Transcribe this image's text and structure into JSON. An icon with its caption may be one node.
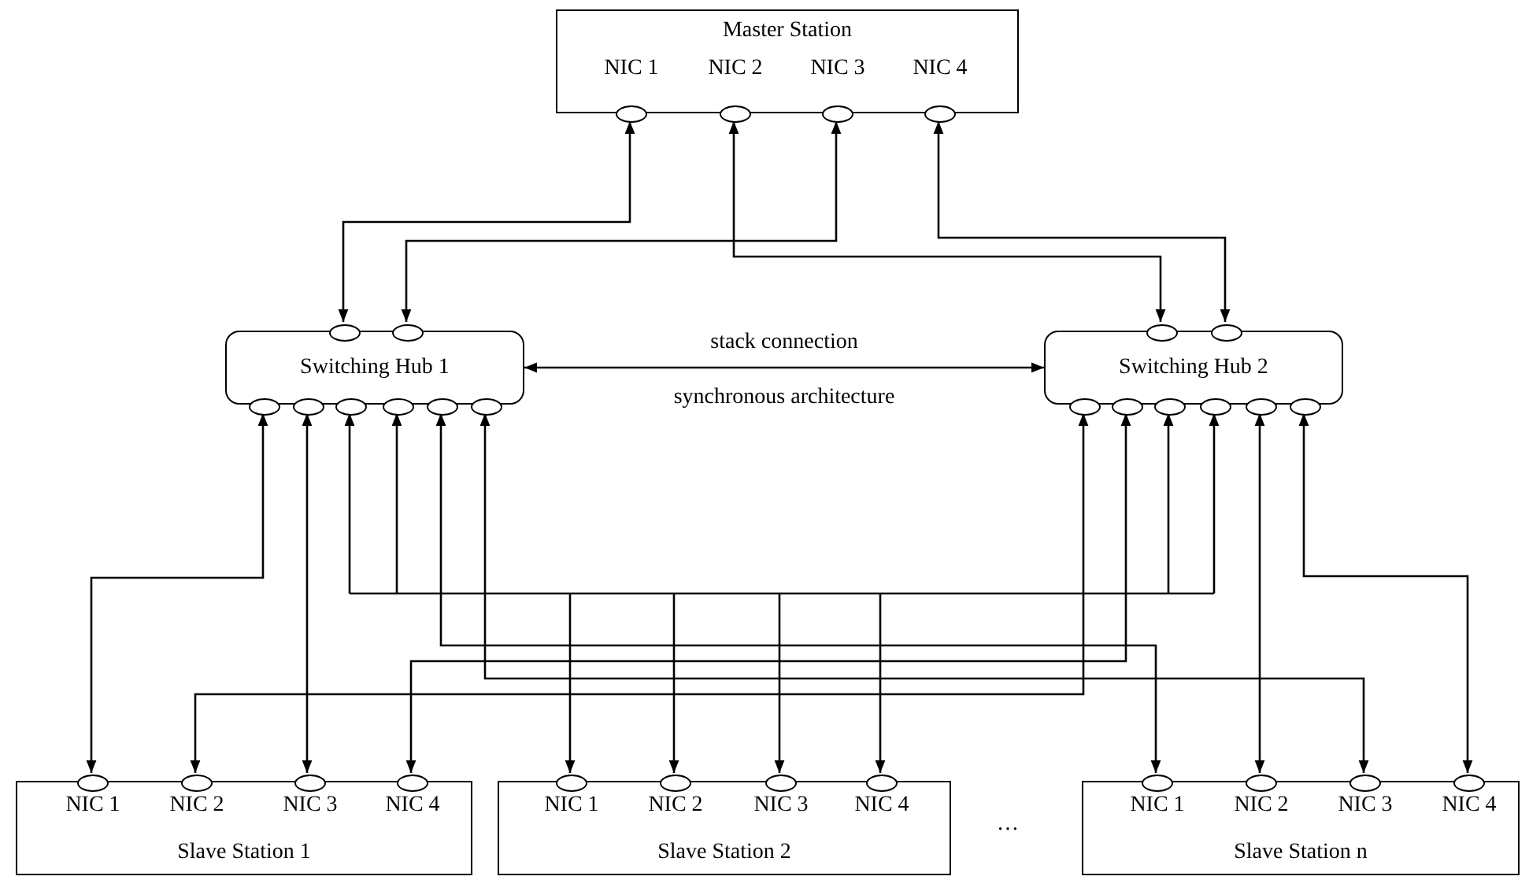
{
  "diagram": {
    "nodes": [
      {
        "text": [
          "Master Station"
        ]
      },
      {
        "text": [
          "NIC 1"
        ],
        "in": 0
      },
      {
        "text": [
          "NIC 2"
        ],
        "in": 0
      },
      {
        "text": [
          "NIC 3"
        ],
        "in": 0
      },
      {
        "text": [
          "NIC 4"
        ],
        "in": 0
      },
      {
        "text": [
          "Switching Hub 1"
        ]
      },
      {
        "text": [],
        "shape": "circle",
        "in": 5
      },
      {
        "text": [],
        "shape": "circle",
        "in": 5
      },
      {
        "text": [],
        "shape": "circle",
        "in": 5
      },
      {
        "text": [],
        "shape": "circle",
        "in": 5
      },
      {
        "text": [],
        "shape": "circle",
        "in": 5
      },
      {
        "text": [],
        "shape": "circle",
        "in": 5
      },
      {
        "text": [],
        "shape": "circle",
        "in": 5
      },
      {
        "text": [],
        "shape": "circle",
        "in": 5
      },
      {
        "text": [
          "Switching Hub 2"
        ]
      },
      {
        "text": [],
        "shape": "circle",
        "in": 14
      },
      {
        "text": [],
        "shape": "circle",
        "in": 14
      },
      {
        "text": [],
        "shape": "circle",
        "in": 14
      },
      {
        "text": [],
        "shape": "circle",
        "in": 14
      },
      {
        "text": [],
        "shape": "circle",
        "in": 14
      },
      {
        "text": [],
        "shape": "circle",
        "in": 14
      },
      {
        "text": [],
        "shape": "circle",
        "in": 14
      },
      {
        "text": [],
        "shape": "circle",
        "in": 14
      },
      {
        "text": [
          "Slave Station 1"
        ]
      },
      {
        "text": [
          "NIC 1"
        ],
        "in": 23
      },
      {
        "text": [
          "NIC 2"
        ],
        "in": 23
      },
      {
        "text": [
          "NIC 3"
        ],
        "in": 23
      },
      {
        "text": [
          "NIC 4"
        ],
        "in": 23
      },
      {
        "text": [
          "Slave Station 2"
        ]
      },
      {
        "text": [
          "NIC 1"
        ],
        "in": 28
      },
      {
        "text": [
          "NIC 2"
        ],
        "in": 28
      },
      {
        "text": [
          "NIC 3"
        ],
        "in": 28
      },
      {
        "text": [
          "NIC 4"
        ],
        "in": 28
      },
      {
        "text": [
          "Slave Station n"
        ]
      },
      {
        "text": [
          "NIC 1"
        ],
        "in": 33
      },
      {
        "text": [
          "NIC 2"
        ],
        "in": 33
      },
      {
        "text": [
          "NIC 3"
        ],
        "in": 33
      },
      {
        "text": [
          "NIC 4"
        ],
        "in": 33
      }
    ],
    "edges": [
      {
        "from": 1,
        "to": 6,
        "arrow": "both"
      },
      {
        "from": 3,
        "to": 7,
        "arrow": "both"
      },
      {
        "from": 2,
        "to": 15,
        "arrow": "both"
      },
      {
        "from": 4,
        "to": 16,
        "arrow": "both"
      },
      {
        "from": 5,
        "to": 14,
        "arrow": "both",
        "label": "stack connection"
      },
      {
        "from": 8,
        "to": 24,
        "arrow": "both"
      },
      {
        "from": 9,
        "to": 26,
        "arrow": "both"
      },
      {
        "from": 10,
        "to": 29,
        "arrow": "both"
      },
      {
        "from": 10,
        "to": 30,
        "arrow": "both"
      },
      {
        "from": 10,
        "to": 31,
        "arrow": "both"
      },
      {
        "from": 10,
        "to": 32,
        "arrow": "both"
      },
      {
        "from": 11,
        "to": 29,
        "arrow": "both"
      },
      {
        "from": 11,
        "to": 30,
        "arrow": "both"
      },
      {
        "from": 11,
        "to": 31,
        "arrow": "both"
      },
      {
        "from": 11,
        "to": 32,
        "arrow": "both"
      },
      {
        "from": 19,
        "to": 29,
        "arrow": "both"
      },
      {
        "from": 19,
        "to": 30,
        "arrow": "both"
      },
      {
        "from": 19,
        "to": 31,
        "arrow": "both"
      },
      {
        "from": 19,
        "to": 32,
        "arrow": "both"
      },
      {
        "from": 20,
        "to": 29,
        "arrow": "both"
      },
      {
        "from": 20,
        "to": 30,
        "arrow": "both"
      },
      {
        "from": 20,
        "to": 31,
        "arrow": "both"
      },
      {
        "from": 20,
        "to": 32,
        "arrow": "both"
      },
      {
        "from": 12,
        "to": 34,
        "arrow": "both"
      },
      {
        "from": 13,
        "to": 36,
        "arrow": "both"
      },
      {
        "from": 25,
        "to": 17,
        "arrow": "both"
      },
      {
        "from": 27,
        "to": 18,
        "arrow": "both"
      },
      {
        "from": 21,
        "to": 35,
        "arrow": "both"
      },
      {
        "from": 22,
        "to": 37,
        "arrow": "both"
      }
    ],
    "labels": [
      "synchronous architecture",
      "…"
    ]
  }
}
